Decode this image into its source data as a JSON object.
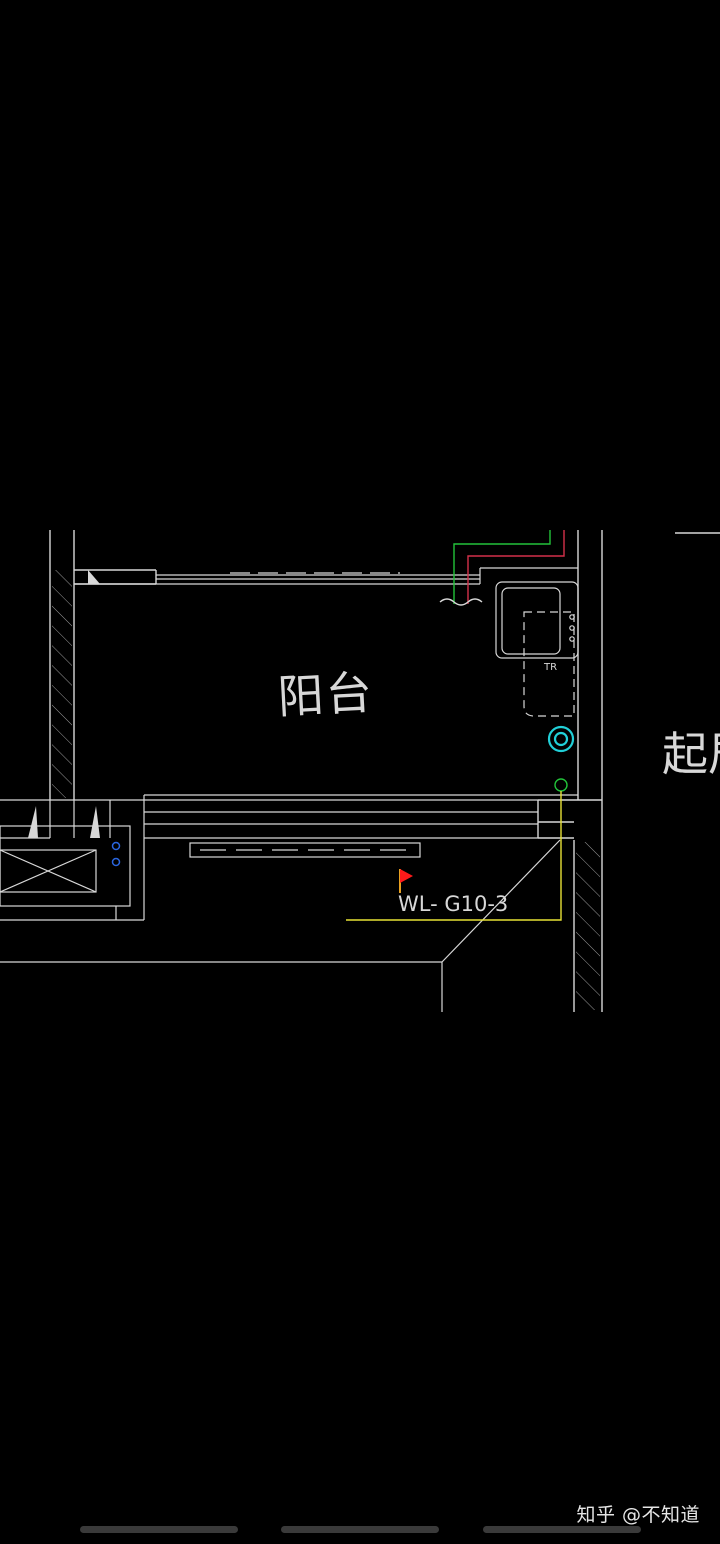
{
  "drawing": {
    "room_label": "阳台",
    "side_room_label": "起居",
    "pipe_tag": "WL- G10-3",
    "appliance_tag": "TR",
    "colors": {
      "background": "#000000",
      "lines": "#d8d8d8",
      "supply_green": "#22c33a",
      "supply_red": "#d4304a",
      "drain_cyan": "#21d0d8",
      "annotation_yellow": "#e8e236",
      "flag_red": "#ff1a1a",
      "outlet_blue": "#2a66e0"
    },
    "markers": [
      {
        "name": "flag-icon",
        "meaning": "marker flag"
      },
      {
        "name": "floor-drain-icon",
        "meaning": "cyan double circle"
      },
      {
        "name": "riser-pipe-icon",
        "meaning": "green circle"
      }
    ]
  },
  "watermark": "知乎 @不知道"
}
